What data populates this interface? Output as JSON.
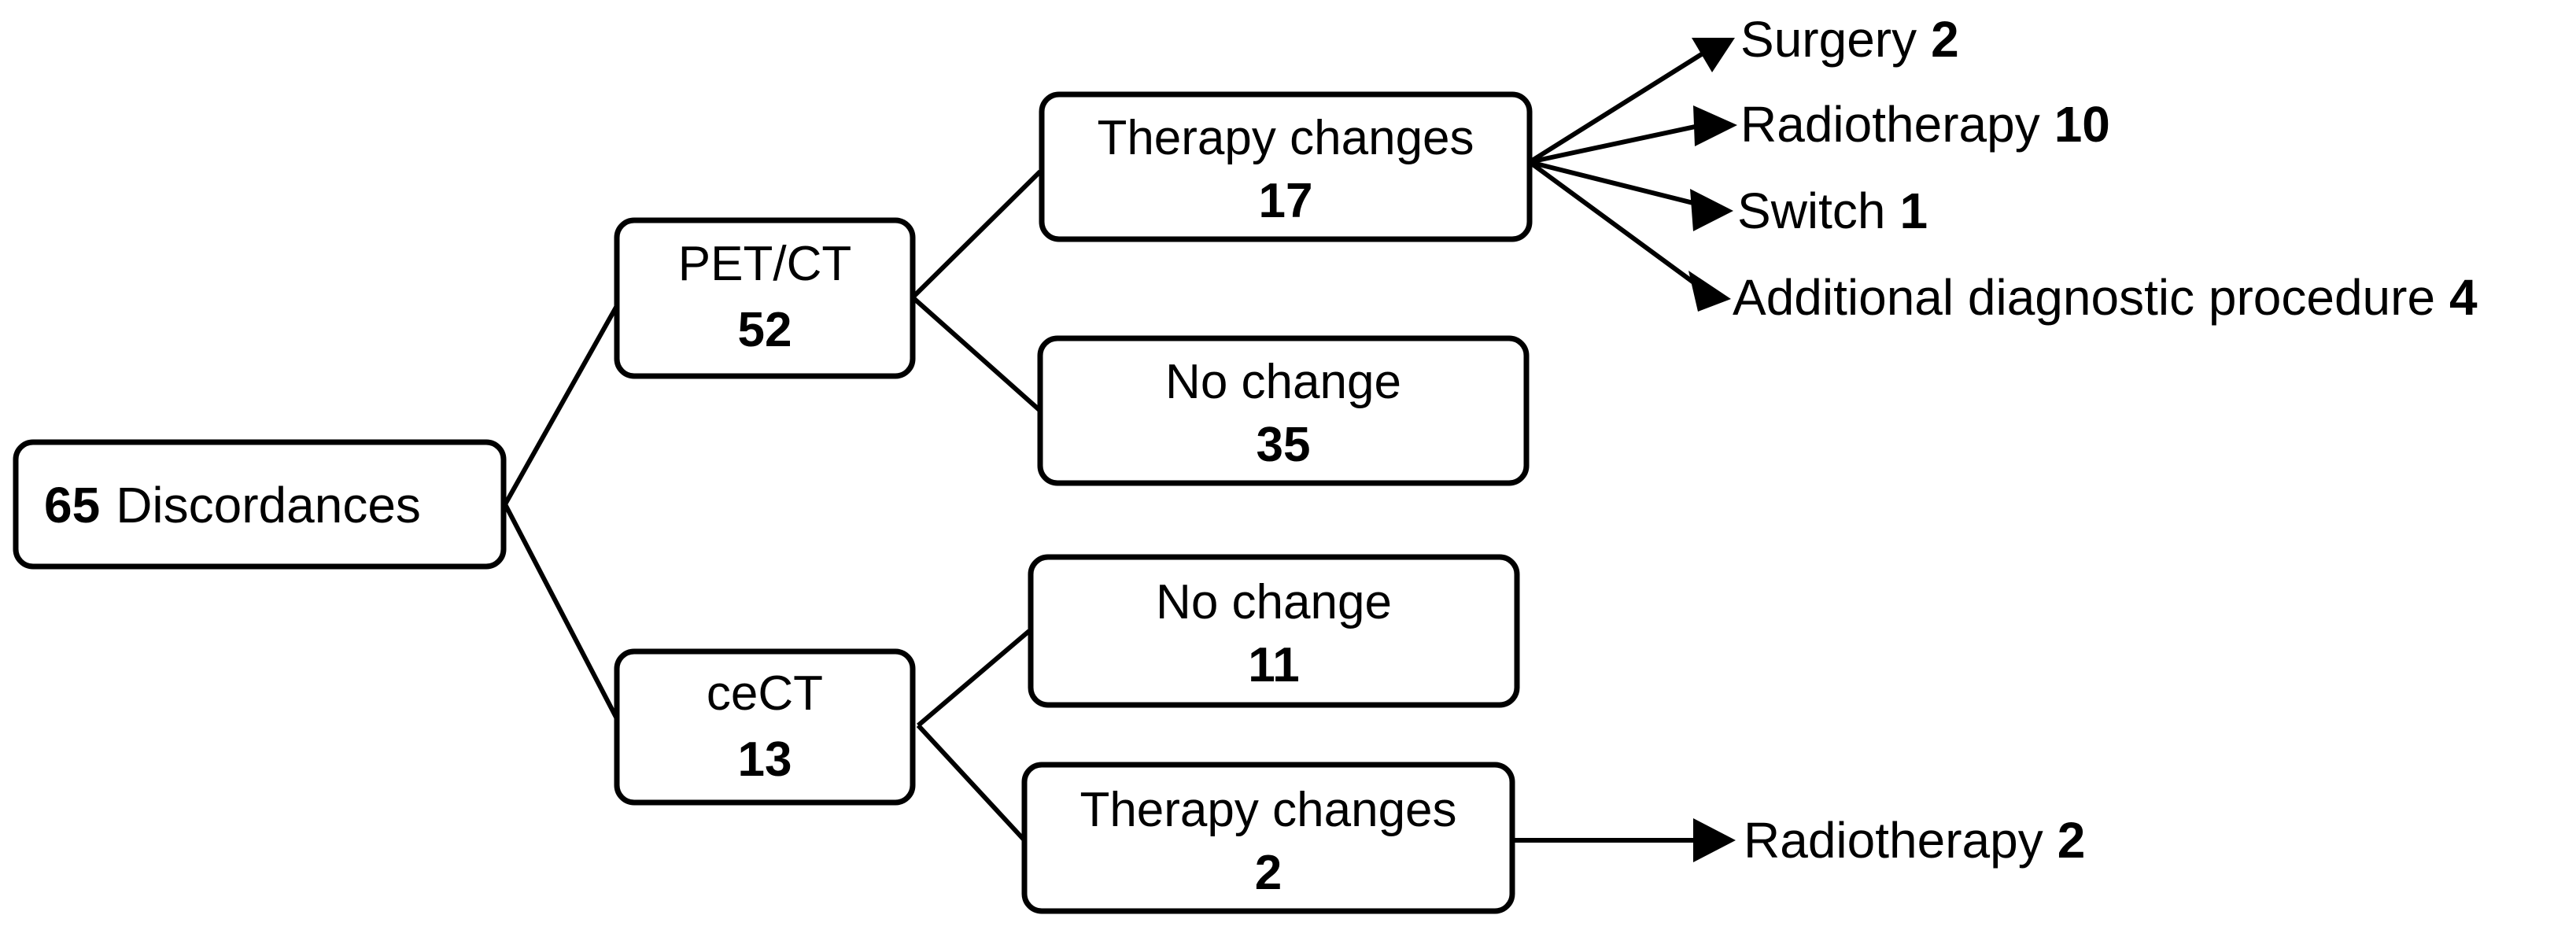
{
  "diagram": {
    "type": "flowchart-tree",
    "orientation": "left-to-right",
    "background_color": "#ffffff",
    "stroke_color": "#000000",
    "root": {
      "count": "65",
      "label": "Discordances"
    },
    "modalities": [
      {
        "id": "pet-ct",
        "label": "PET/CT",
        "count": "52"
      },
      {
        "id": "cect",
        "label": "ceCT",
        "count": "13"
      }
    ],
    "outcomes": [
      {
        "id": "pet-therapy-changes",
        "parent": "pet-ct",
        "label": "Therapy changes",
        "count": "17"
      },
      {
        "id": "pet-no-change",
        "parent": "pet-ct",
        "label": "No change",
        "count": "35"
      },
      {
        "id": "cect-no-change",
        "parent": "cect",
        "label": "No change",
        "count": "11"
      },
      {
        "id": "cect-therapy-changes",
        "parent": "cect",
        "label": "Therapy changes",
        "count": "2"
      }
    ],
    "actions": [
      {
        "id": "surgery",
        "parent": "pet-therapy-changes",
        "label": "Surgery",
        "count": "2"
      },
      {
        "id": "radiotherapy-pet",
        "parent": "pet-therapy-changes",
        "label": "Radiotherapy",
        "count": "10"
      },
      {
        "id": "switch",
        "parent": "pet-therapy-changes",
        "label": "Switch",
        "count": "1"
      },
      {
        "id": "additional-diagnostic-procedure",
        "parent": "pet-therapy-changes",
        "label": "Additional diagnostic procedure",
        "count": "4"
      },
      {
        "id": "radiotherapy-cect",
        "parent": "cect-therapy-changes",
        "label": "Radiotherapy",
        "count": "2"
      }
    ]
  }
}
